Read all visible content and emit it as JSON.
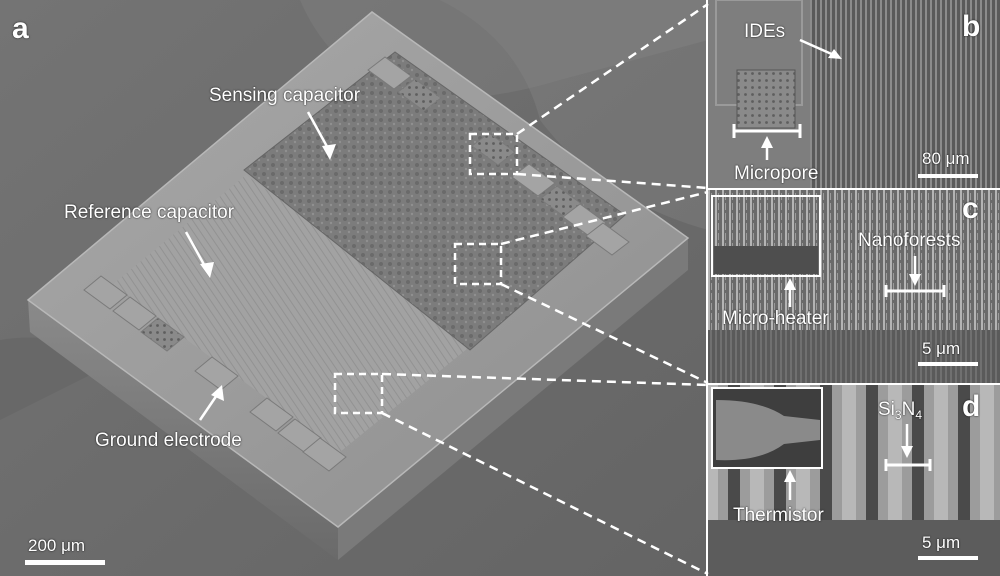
{
  "panels": [
    {
      "id": "a",
      "letter": "a",
      "scale_bar": "200 μm"
    },
    {
      "id": "b",
      "letter": "b",
      "scale_bar": "80 μm"
    },
    {
      "id": "c",
      "letter": "c",
      "scale_bar": "5 μm"
    },
    {
      "id": "d",
      "letter": "d",
      "scale_bar": "5 μm"
    }
  ],
  "annotations": {
    "sensing_capacitor": "Sensing capacitor",
    "reference_capacitor": "Reference capacitor",
    "ground_electrode": "Ground electrode",
    "ides": "IDEs",
    "micropore": "Micropore",
    "nanoforests": "Nanoforests",
    "micro_heater": "Micro-heater",
    "thermistor": "Thermistor",
    "si3n4": {
      "base": "Si",
      "sub1": "3",
      "mid": "N",
      "sub2": "4"
    }
  },
  "colors": {
    "label": "#ffffff",
    "dashed_lines": "#ffffff",
    "background": "#6e6e6e"
  }
}
